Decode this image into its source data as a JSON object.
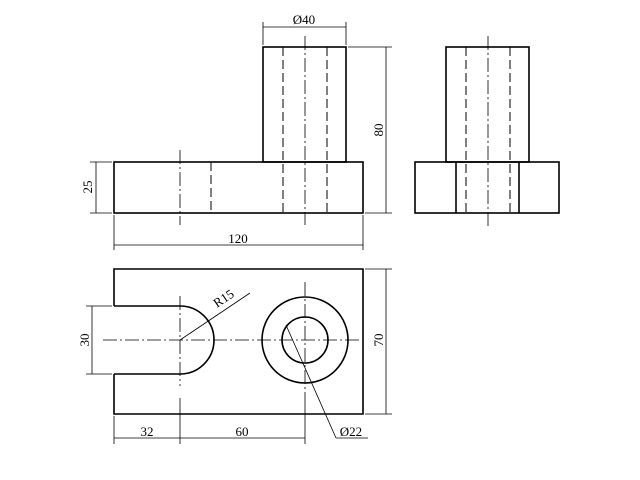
{
  "dimensions": {
    "top_hole_dia": "Ø40",
    "top_height": "80",
    "base_height": "25",
    "overall_length": "120",
    "slot_radius": "R15",
    "slot_width": "30",
    "overall_width": "70",
    "slot_offset": "32",
    "hole_offset": "60",
    "hole_dia": "Ø22"
  }
}
